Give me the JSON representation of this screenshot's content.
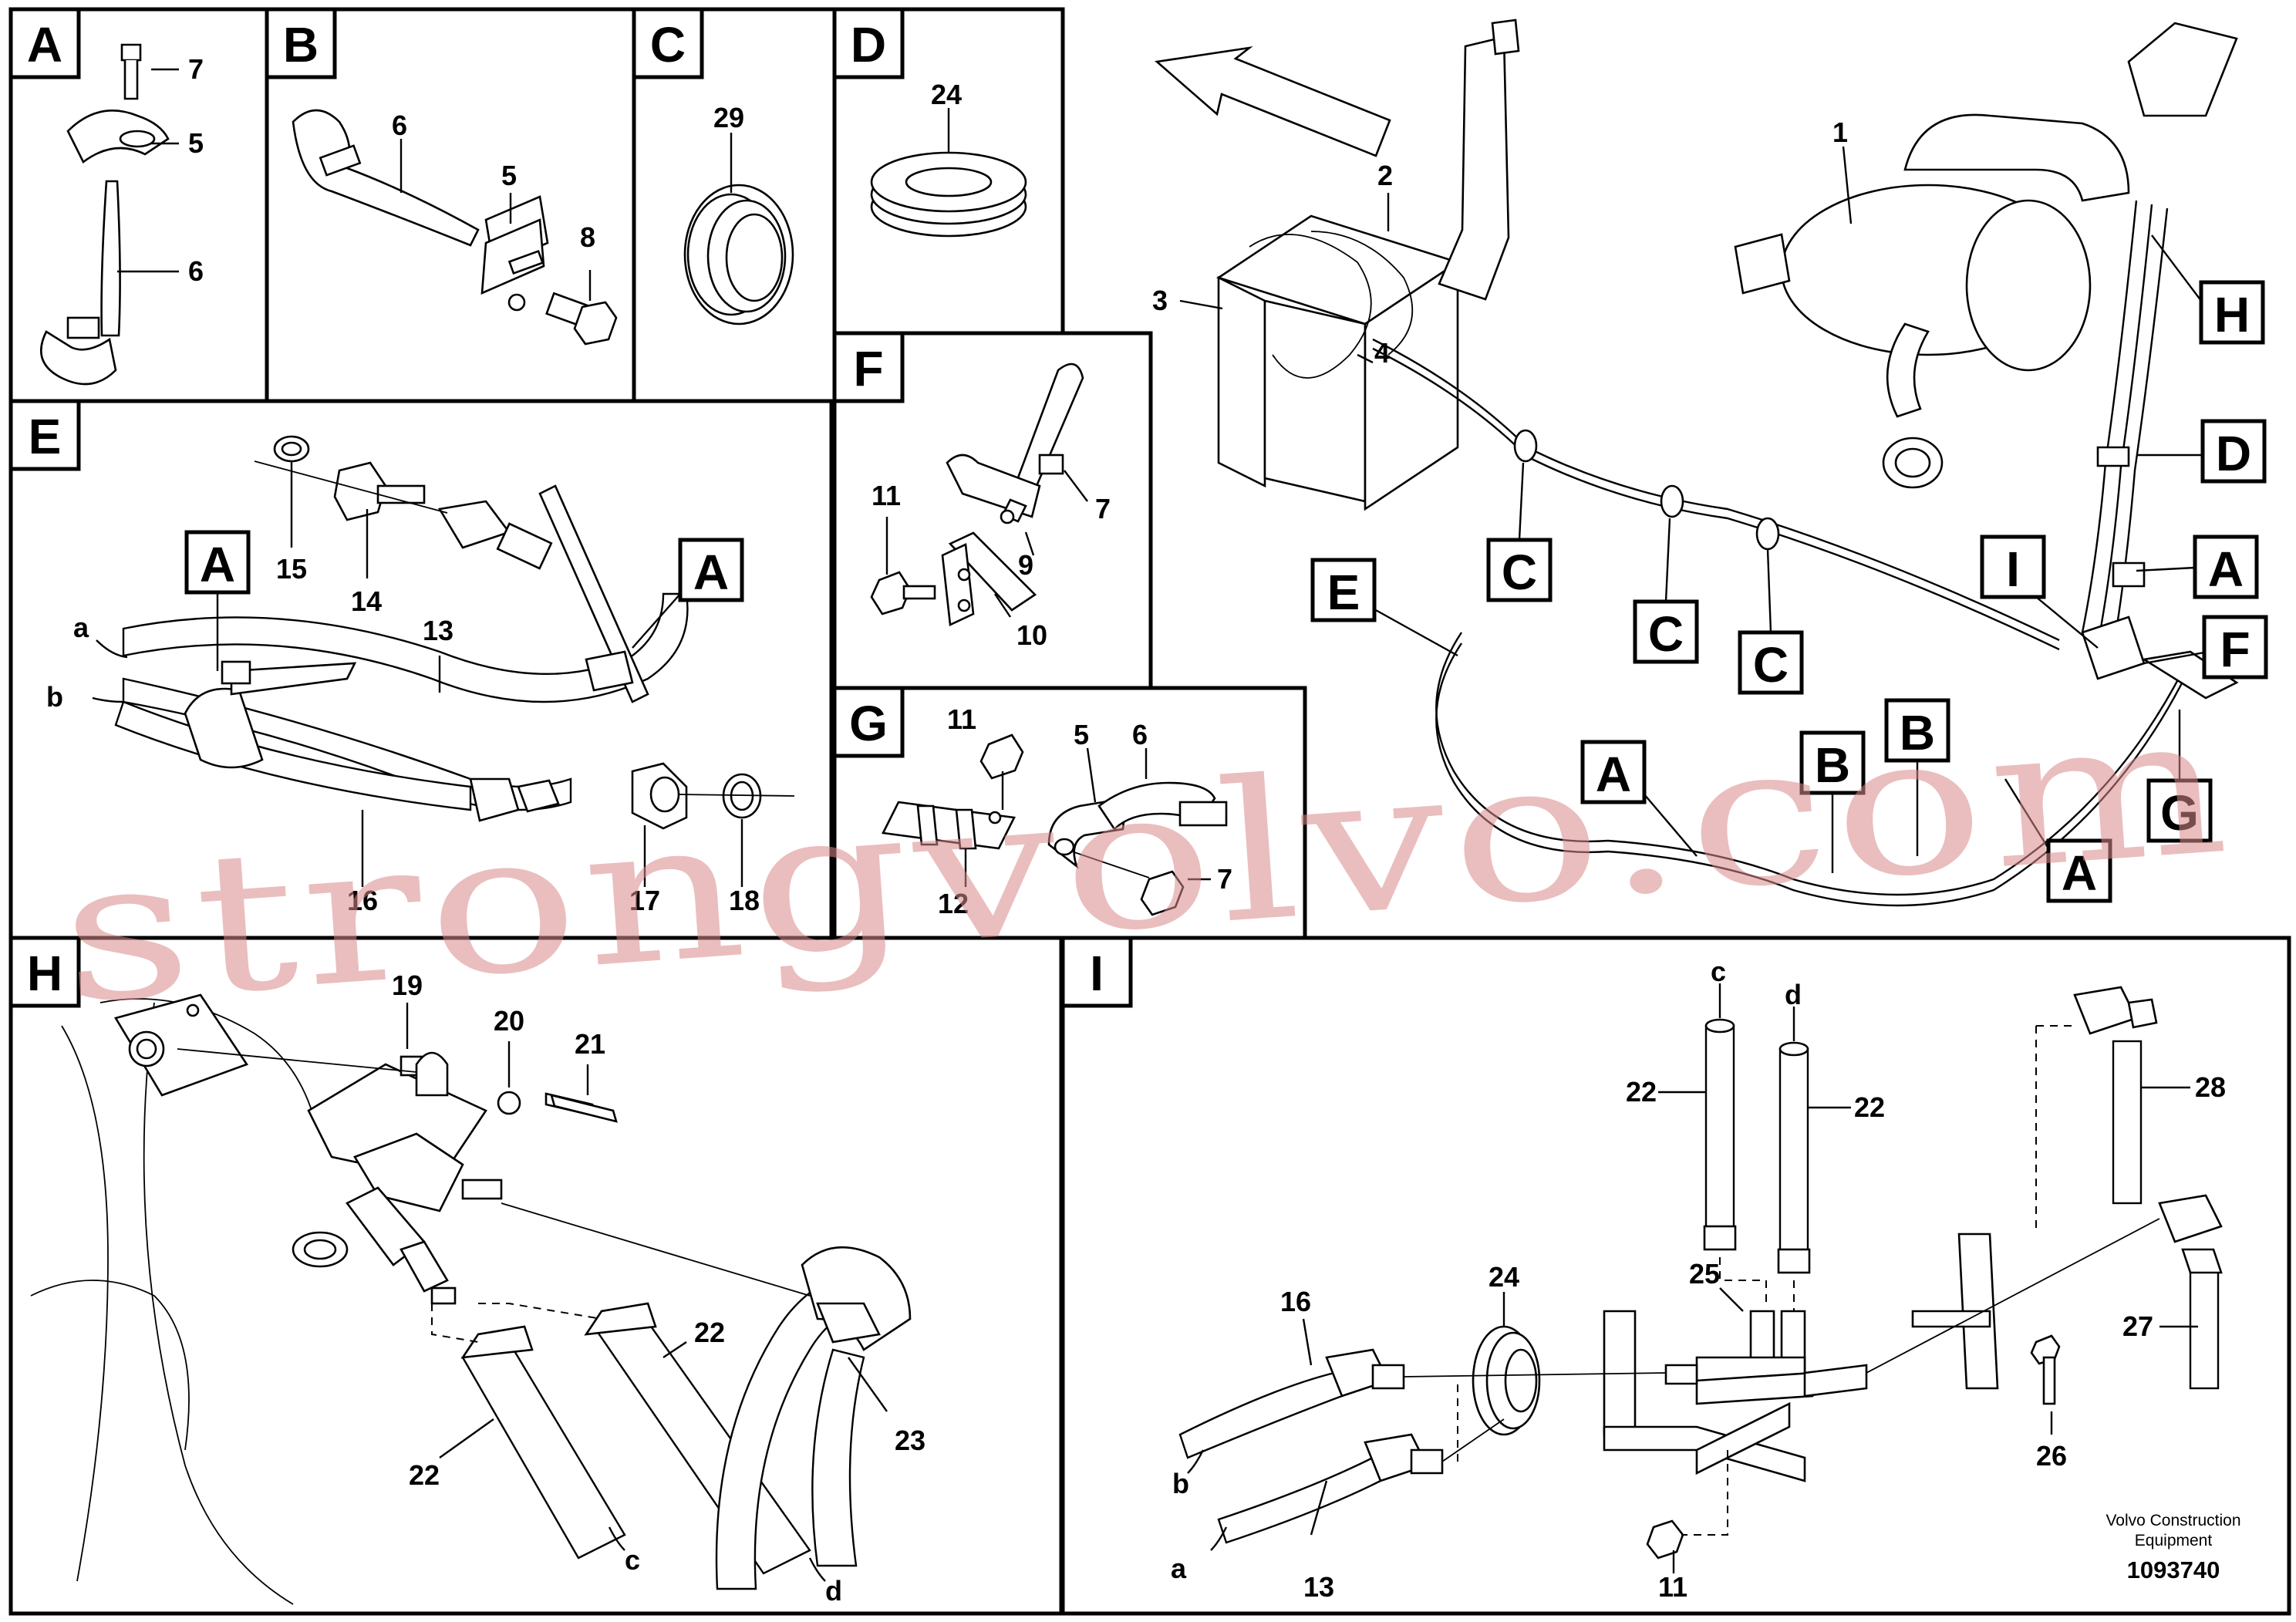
{
  "panels": {
    "A": {
      "tag": "A",
      "labels": [
        "7",
        "5",
        "6"
      ]
    },
    "B": {
      "tag": "B",
      "labels": [
        "6",
        "5",
        "8"
      ]
    },
    "C": {
      "tag": "C",
      "labels": [
        "29"
      ]
    },
    "D": {
      "tag": "D",
      "labels": [
        "24"
      ]
    },
    "E": {
      "tag": "E",
      "labels": [
        "15",
        "14",
        "13",
        "16",
        "17",
        "18",
        "a",
        "b"
      ],
      "callouts": [
        "A",
        "A"
      ]
    },
    "F": {
      "tag": "F",
      "labels": [
        "11",
        "7",
        "9",
        "10"
      ]
    },
    "G": {
      "tag": "G",
      "labels": [
        "11",
        "5",
        "6",
        "12",
        "7"
      ]
    },
    "H": {
      "tag": "H",
      "labels": [
        "19",
        "20",
        "21",
        "22",
        "22",
        "23",
        "c",
        "d"
      ]
    },
    "I": {
      "tag": "I",
      "labels": [
        "c",
        "d",
        "22",
        "22",
        "28",
        "24",
        "25",
        "16",
        "27",
        "26",
        "b",
        "a",
        "13",
        "11"
      ]
    }
  },
  "overview": {
    "numbers": [
      "1",
      "2",
      "3",
      "4"
    ],
    "callouts": [
      "C",
      "C",
      "C",
      "E",
      "A",
      "B",
      "B",
      "A",
      "H",
      "D",
      "A",
      "I",
      "F",
      "G"
    ]
  },
  "caption": {
    "line1": "Volvo Construction",
    "line2": "Equipment",
    "code": "1093740"
  },
  "watermark": "strongvolvo.com",
  "colors": {
    "watermark": "#d98a8a",
    "line": "#000000",
    "background": "#ffffff"
  }
}
